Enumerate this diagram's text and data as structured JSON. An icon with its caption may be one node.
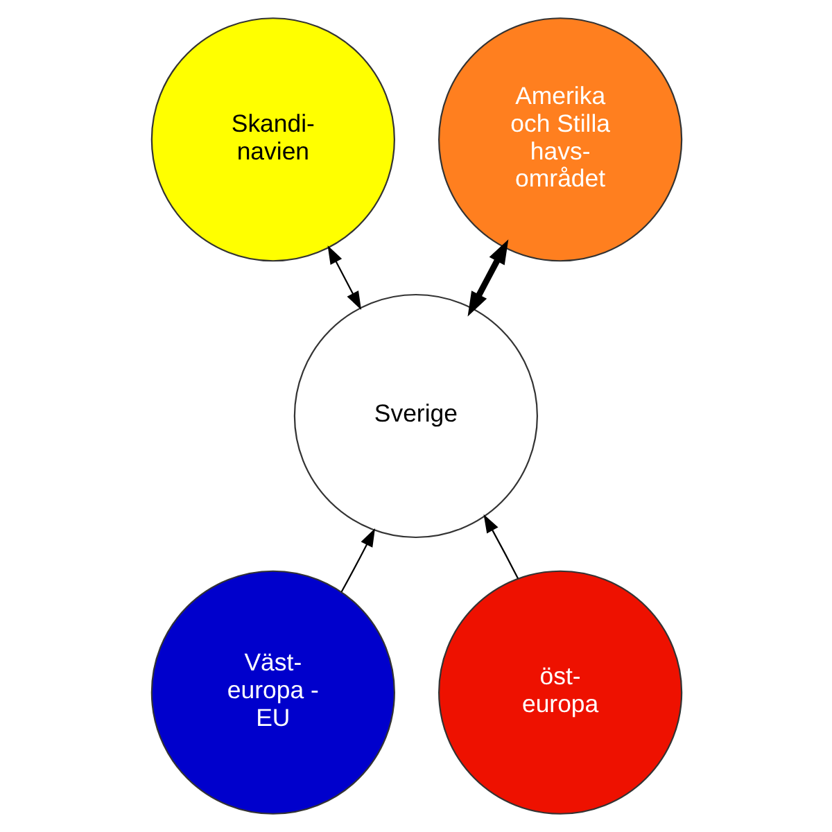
{
  "diagram": {
    "nodes": [
      {
        "text": [
          "Sverige"
        ]
      },
      {
        "text": [
          "Skandi- navien"
        ]
      },
      {
        "text": [
          "Amerika och Stilla havs- området"
        ]
      },
      {
        "text": [
          "Väst- europa - EU"
        ]
      },
      {
        "text": [
          "öst- europa"
        ]
      }
    ],
    "edges": [
      {
        "from": 1,
        "to": 0,
        "arrow": "both"
      },
      {
        "from": 2,
        "to": 0,
        "arrow": "both",
        "style": "thick"
      },
      {
        "from": 3,
        "to": 0,
        "arrow": "to"
      },
      {
        "from": 4,
        "to": 0,
        "arrow": "to"
      }
    ]
  }
}
